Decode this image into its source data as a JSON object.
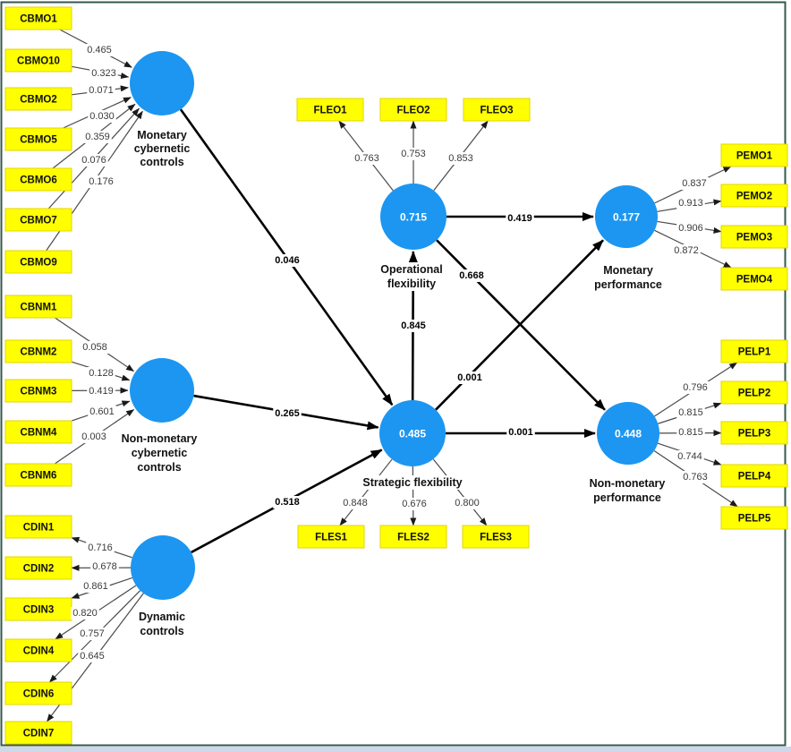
{
  "model": {
    "tool": "sem-path-diagram",
    "latent_variables": [
      {
        "id": "mcc",
        "label": "Monetary cybernetic controls",
        "lines": [
          "Monetary",
          "cybernetic",
          "controls"
        ],
        "value": null
      },
      {
        "id": "nmcc",
        "label": "Non-monetary cybernetic controls",
        "lines": [
          "Non-monetary",
          "cybernetic",
          "controls"
        ],
        "value": null
      },
      {
        "id": "dc",
        "label": "Dynamic controls",
        "lines": [
          "Dynamic",
          "controls"
        ],
        "value": null
      },
      {
        "id": "of",
        "label": "Operational flexibility",
        "lines": [
          "Operational",
          "flexibility"
        ],
        "value": "0.715"
      },
      {
        "id": "sf",
        "label": "Strategic flexibility",
        "lines": [
          "Strategic flexibility"
        ],
        "value": "0.485"
      },
      {
        "id": "mp",
        "label": "Monetary performance",
        "lines": [
          "Monetary",
          "performance"
        ],
        "value": "0.177"
      },
      {
        "id": "nmp",
        "label": "Non-monetary performance",
        "lines": [
          "Non-monetary",
          "performance"
        ],
        "value": "0.448"
      }
    ],
    "indicators": [
      {
        "id": "CBMO1",
        "latent": "mcc",
        "loading": "0.465",
        "arrow": "in"
      },
      {
        "id": "CBMO10",
        "latent": "mcc",
        "loading": "0.323",
        "arrow": "in"
      },
      {
        "id": "CBMO2",
        "latent": "mcc",
        "loading": "0.071",
        "arrow": "in"
      },
      {
        "id": "CBMO5",
        "latent": "mcc",
        "loading": "0.030",
        "arrow": "in"
      },
      {
        "id": "CBMO6",
        "latent": "mcc",
        "loading": "0.359",
        "arrow": "in"
      },
      {
        "id": "CBMO7",
        "latent": "mcc",
        "loading": "0.076",
        "arrow": "in"
      },
      {
        "id": "CBMO9",
        "latent": "mcc",
        "loading": "0.176",
        "arrow": "in"
      },
      {
        "id": "CBNM1",
        "latent": "nmcc",
        "loading": "0.058",
        "arrow": "in"
      },
      {
        "id": "CBNM2",
        "latent": "nmcc",
        "loading": "0.128",
        "arrow": "in"
      },
      {
        "id": "CBNM3",
        "latent": "nmcc",
        "loading": "0.419",
        "arrow": "in"
      },
      {
        "id": "CBNM4",
        "latent": "nmcc",
        "loading": "0.601",
        "arrow": "in"
      },
      {
        "id": "CBNM6",
        "latent": "nmcc",
        "loading": "0.003",
        "arrow": "in"
      },
      {
        "id": "CDIN1",
        "latent": "dc",
        "loading": "0.716",
        "arrow": "out"
      },
      {
        "id": "CDIN2",
        "latent": "dc",
        "loading": "0.678",
        "arrow": "out"
      },
      {
        "id": "CDIN3",
        "latent": "dc",
        "loading": "0.861",
        "arrow": "out"
      },
      {
        "id": "CDIN4",
        "latent": "dc",
        "loading": "0.820",
        "arrow": "out"
      },
      {
        "id": "CDIN6",
        "latent": "dc",
        "loading": "0.757",
        "arrow": "out"
      },
      {
        "id": "CDIN7",
        "latent": "dc",
        "loading": "0.645",
        "arrow": "out"
      },
      {
        "id": "FLEO1",
        "latent": "of",
        "loading": "0.763",
        "arrow": "out"
      },
      {
        "id": "FLEO2",
        "latent": "of",
        "loading": "0.753",
        "arrow": "out"
      },
      {
        "id": "FLEO3",
        "latent": "of",
        "loading": "0.853",
        "arrow": "out"
      },
      {
        "id": "FLES1",
        "latent": "sf",
        "loading": "0.848",
        "arrow": "out"
      },
      {
        "id": "FLES2",
        "latent": "sf",
        "loading": "0.676",
        "arrow": "out"
      },
      {
        "id": "FLES3",
        "latent": "sf",
        "loading": "0.800",
        "arrow": "out"
      },
      {
        "id": "PEMO1",
        "latent": "mp",
        "loading": "0.837",
        "arrow": "out"
      },
      {
        "id": "PEMO2",
        "latent": "mp",
        "loading": "0.913",
        "arrow": "out"
      },
      {
        "id": "PEMO3",
        "latent": "mp",
        "loading": "0.906",
        "arrow": "out"
      },
      {
        "id": "PEMO4",
        "latent": "mp",
        "loading": "0.872",
        "arrow": "out"
      },
      {
        "id": "PELP1",
        "latent": "nmp",
        "loading": "0.796",
        "arrow": "out"
      },
      {
        "id": "PELP2",
        "latent": "nmp",
        "loading": "0.815",
        "arrow": "out"
      },
      {
        "id": "PELP3",
        "latent": "nmp",
        "loading": "0.815",
        "arrow": "out"
      },
      {
        "id": "PELP4",
        "latent": "nmp",
        "loading": "0.744",
        "arrow": "out"
      },
      {
        "id": "PELP5",
        "latent": "nmp",
        "loading": "0.763",
        "arrow": "out"
      }
    ],
    "structural_paths": [
      {
        "from": "mcc",
        "to": "sf",
        "coefficient": "0.046"
      },
      {
        "from": "nmcc",
        "to": "sf",
        "coefficient": "0.265"
      },
      {
        "from": "dc",
        "to": "sf",
        "coefficient": "0.518"
      },
      {
        "from": "sf",
        "to": "of",
        "coefficient": "0.845"
      },
      {
        "from": "of",
        "to": "mp",
        "coefficient": "0.419"
      },
      {
        "from": "of",
        "to": "nmp",
        "coefficient": "0.668"
      },
      {
        "from": "sf",
        "to": "mp",
        "coefficient": "0.001"
      },
      {
        "from": "sf",
        "to": "nmp",
        "coefficient": "0.001"
      }
    ],
    "colors": {
      "latent_fill": "#1c96f0",
      "indicator_fill": "#ffff00",
      "indicator_border": "#e3d400",
      "structural_line": "#000000",
      "measurement_line": "#4a4a4a",
      "value_text": "#ffffff",
      "canvas_border": "#35584e",
      "bottom_strip": "#cdd9e8"
    }
  }
}
